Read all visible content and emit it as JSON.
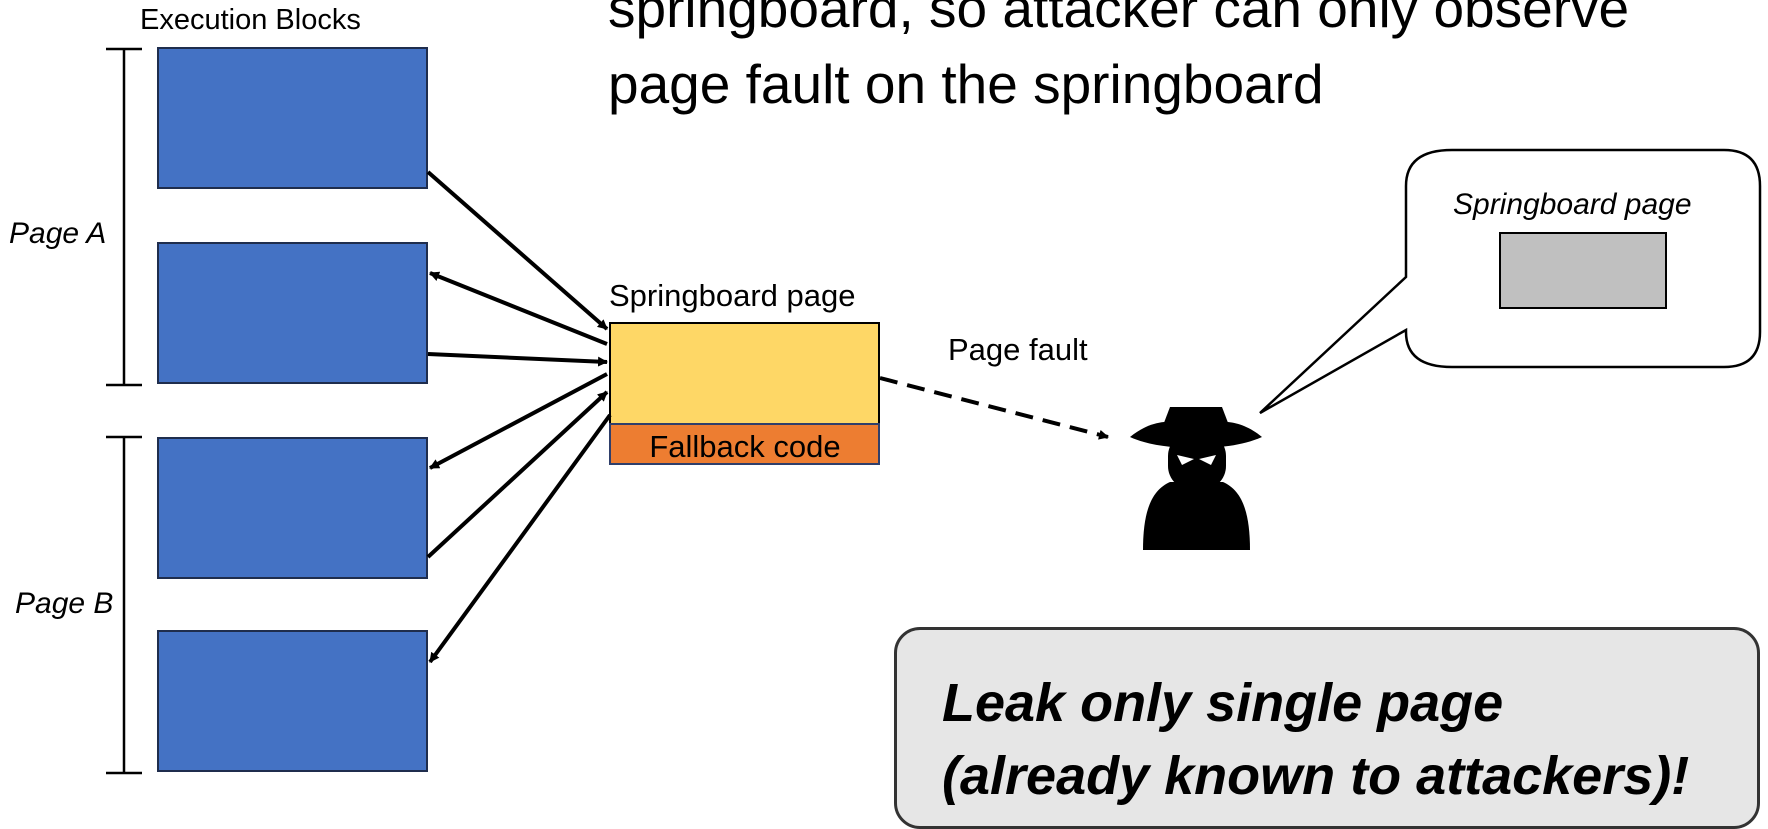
{
  "heading": {
    "line1": "springboard, so attacker can only observe",
    "line2": "page fault on the springboard"
  },
  "execution_blocks_title": "Execution Blocks",
  "page_a_label": "Page A",
  "page_b_label": "Page B",
  "springboard_label": "Springboard page",
  "fallback_label": "Fallback code",
  "page_fault_label": "Page fault",
  "bubble_label": "Springboard page",
  "callout": {
    "line1": "Leak only single page",
    "line2": "(already known to attackers)!"
  },
  "colors": {
    "execution_block": "#4472c4",
    "springboard": "#fed766",
    "fallback": "#ed7d31",
    "bubble_page": "#c0c0c0",
    "callout_bg": "#e6e6e6"
  }
}
